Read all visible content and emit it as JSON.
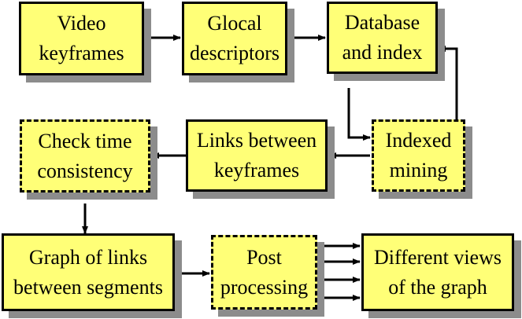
{
  "nodes": {
    "video_keyframes": "Video\nkeyframes",
    "glocal_descriptors": "Glocal\ndescriptors",
    "database_index": "Database\nand index",
    "indexed_mining": "Indexed\nmining",
    "links_keyframes": "Links between\nkeyframes",
    "check_time": "Check time\nconsistency",
    "graph_links": "Graph of links\nbetween segments",
    "post_processing": "Post\nprocessing",
    "different_views": "Different views\nof the graph"
  }
}
